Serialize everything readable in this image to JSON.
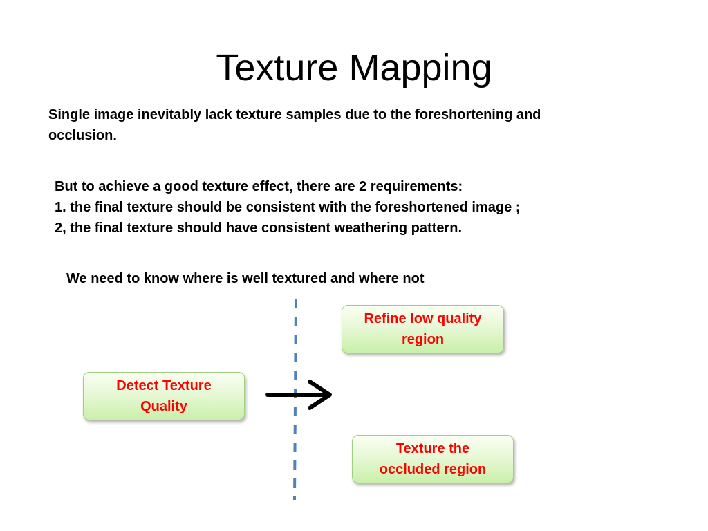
{
  "slide": {
    "title": "Texture Mapping",
    "intro_lines": [
      "Single image inevitably lack texture samples due to the foreshortening and",
      "occlusion."
    ],
    "requirements_lines": [
      "But to achieve a good texture effect, there are 2 requirements:",
      "1. the final texture should be consistent with the foreshortened image ;",
      "2, the final texture should have consistent weathering pattern."
    ],
    "need_text": "We need to know where is well textured and where not"
  },
  "diagram": {
    "detect_lines": [
      "Detect Texture",
      "Quality"
    ],
    "refine_lines": [
      "Refine low quality",
      "region"
    ],
    "occluded_lines": [
      "Texture the",
      "occluded region"
    ]
  },
  "colors": {
    "box_text": "#ff0000",
    "box_border": "#9fcf7f",
    "box_fill_top": "#f9fff2",
    "box_fill_bottom": "#c9efaa",
    "divider": "#4f81bd",
    "arrow": "#000000"
  }
}
